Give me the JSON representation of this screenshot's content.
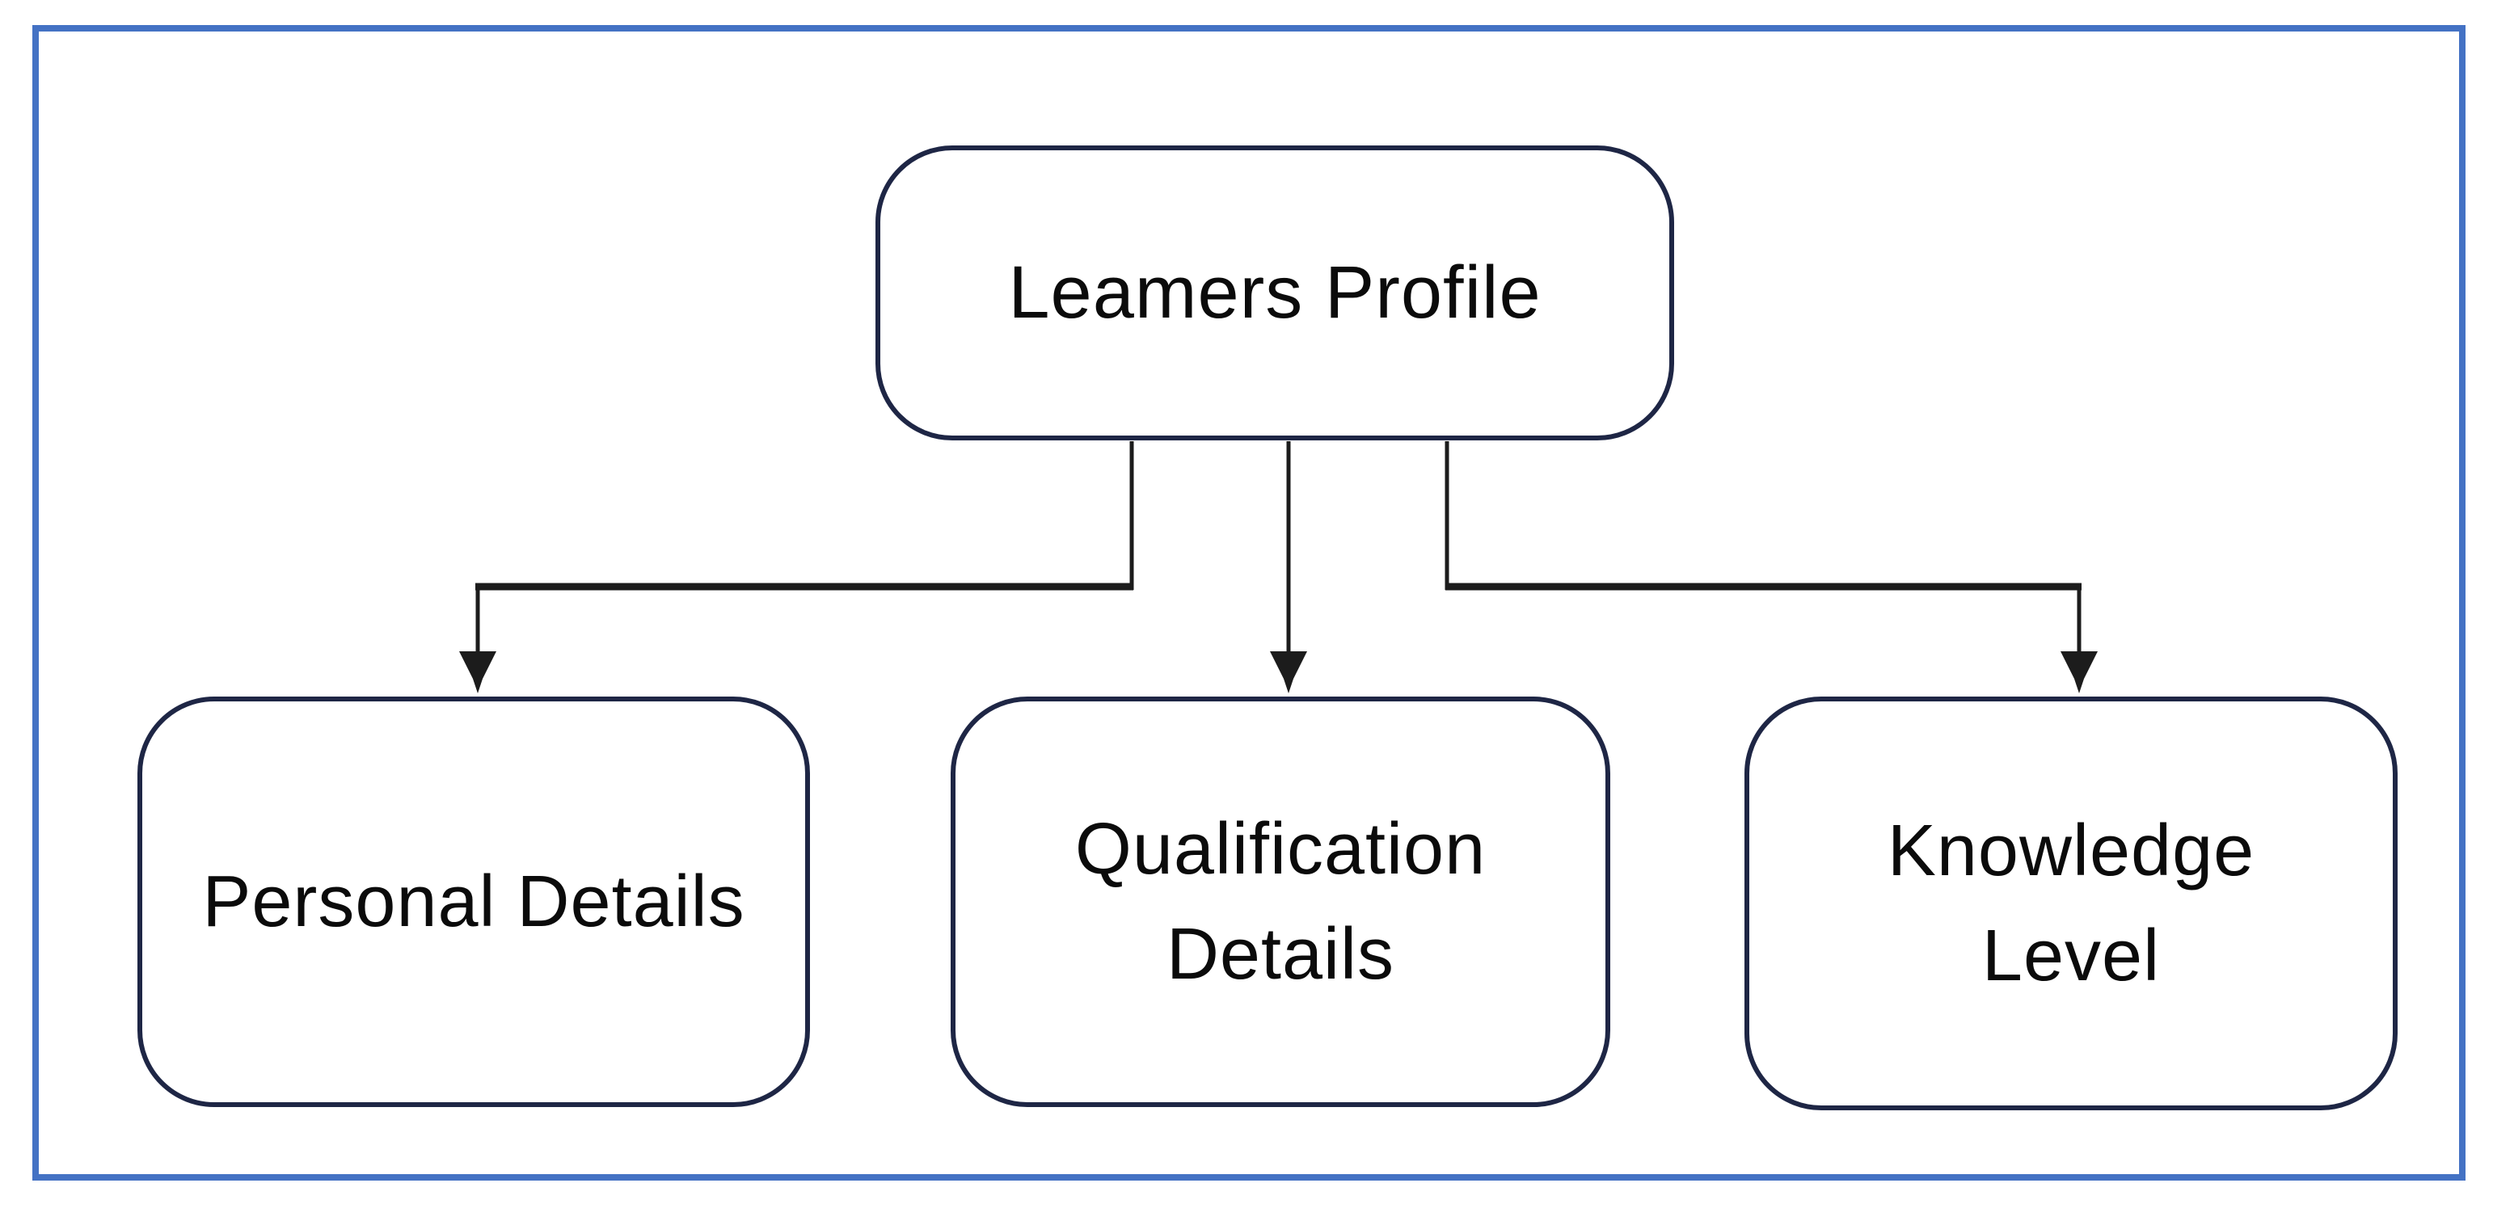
{
  "diagram": {
    "root": {
      "label": "Leamers Profile"
    },
    "children": [
      {
        "label": "Personal Details"
      },
      {
        "label": "Qualification Details"
      },
      {
        "label": "Knowledge Level"
      }
    ],
    "colors": {
      "outer_frame": "#4472C4",
      "box_border": "#1E2645",
      "connector": "#1C1C1C",
      "text": "#0B0B0B",
      "background": "#FFFFFF"
    }
  }
}
